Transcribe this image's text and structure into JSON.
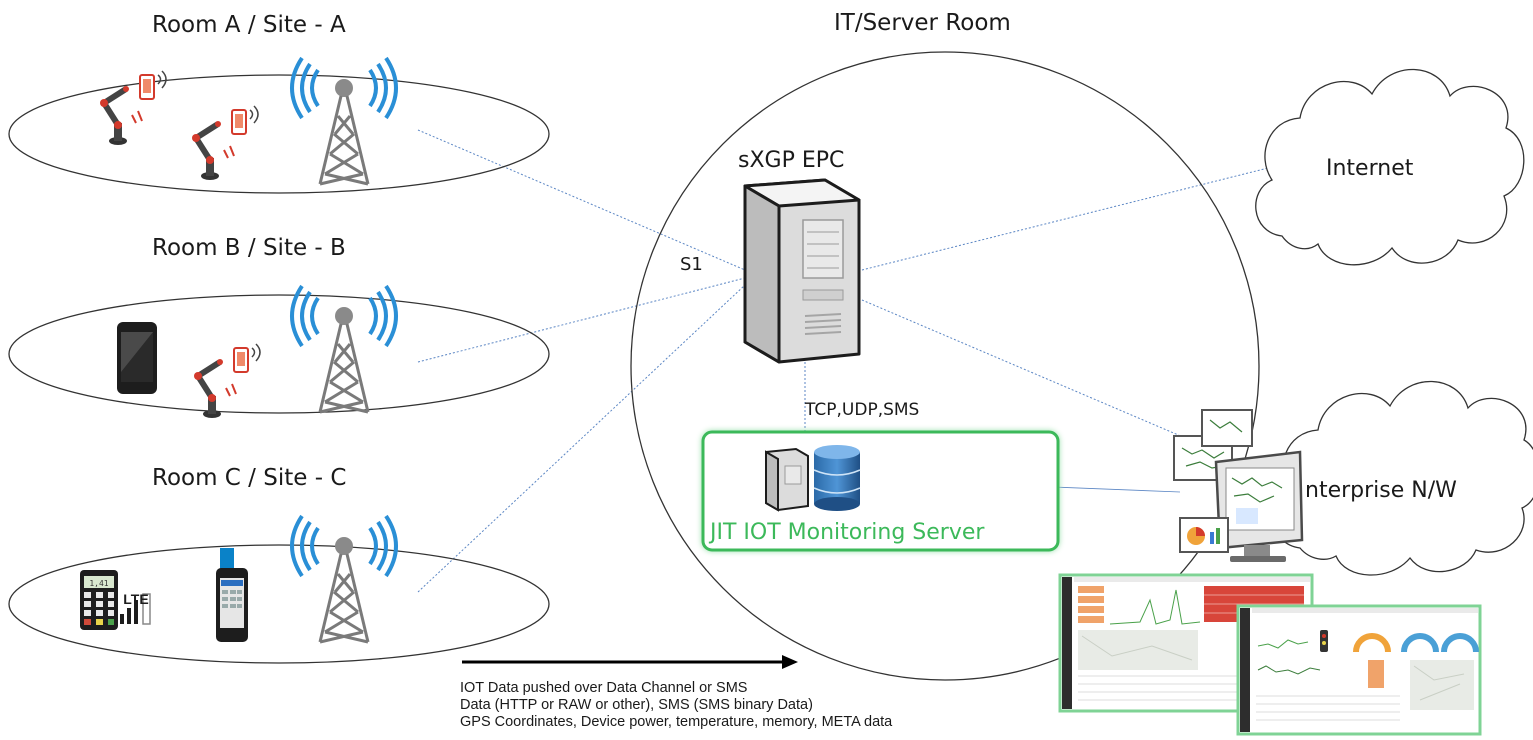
{
  "sites": [
    {
      "title": "Room A / Site - A"
    },
    {
      "title": "Room B / Site - B"
    },
    {
      "title": "Room C / Site - C"
    }
  ],
  "server_room": {
    "title": "IT/Server Room"
  },
  "epc": {
    "title": "sXGP EPC",
    "interface_label": "S1"
  },
  "protocols_label": "TCP,UDP,SMS",
  "monitoring_server": {
    "title": "JIT IOT Monitoring Server"
  },
  "clouds": {
    "internet": "Internet",
    "enterprise": "nterprise N/W"
  },
  "pos_terminal": {
    "screen": "1,41",
    "network": "LTE"
  },
  "footer": {
    "line1": "IOT Data pushed over Data Channel or SMS",
    "line2": "Data (HTTP or RAW or other), SMS (SMS binary Data)",
    "line3": "GPS Coordinates, Device power, temperature, memory, META data"
  },
  "colors": {
    "accent_green": "#3cb95a",
    "link_blue": "#5b86c4",
    "antenna_blue": "#2a8fd6",
    "robot_red": "#d33a2c"
  },
  "icons": [
    "robot-arm-icon",
    "cell-tower-icon",
    "smartphone-icon",
    "pos-terminal-icon",
    "server-tower-icon",
    "database-icon",
    "cloud-icon",
    "monitor-icon",
    "dashboard-screenshot"
  ]
}
